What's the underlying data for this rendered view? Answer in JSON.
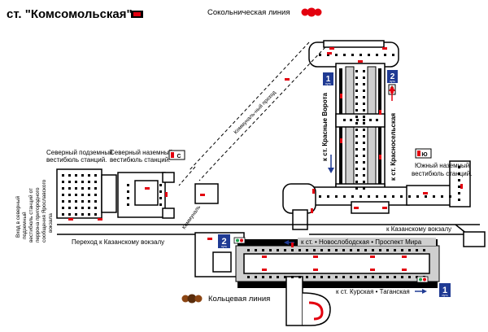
{
  "title": "ст. \"Комсомольская\"",
  "lines": {
    "sokolnicheskaya": {
      "name": "Сокольническая линия",
      "color": "#e3000f"
    },
    "koltsevaya": {
      "name": "Кольцевая линия",
      "color": "#8b4513"
    }
  },
  "vestibules": {
    "north_underground": "Северный подземный вестибюль станций.",
    "north_surface": "Северный наземный вестибюль станций.",
    "south_surface": "Южный наземный вестибюль станций.",
    "yaroslavsky_entrance": "Вход в северный подземный вестибюль станций от перрона пригородного сообщения Ярославского вокзала"
  },
  "passages": {
    "to_kazansky_left": "Переход к Казанскому вокзалу",
    "to_kazansky_right": "к Казанскому вокзалу",
    "diagonal_passage": "Коммуналь-ный проход",
    "short_passage": "Коммуналь"
  },
  "directions": {
    "to_krasnye_vorota": "к ст. Красные Ворота",
    "to_krasnoselskaya": "к ст. Красносельская",
    "to_novoslobodskaya": "к ст. • Новослободская • Проспект Мира",
    "to_kurskaya": "к ст. Курская • Таганская"
  },
  "track_badges": {
    "sok_1": {
      "number": "1",
      "word": "путь"
    },
    "sok_2": {
      "number": "2",
      "word": "путь"
    },
    "kol_2": {
      "number": "2",
      "word": "путь"
    },
    "kol_1": {
      "number": "1",
      "word": "путь"
    }
  },
  "exit_icons": {
    "north": "С",
    "south": "Ю"
  },
  "colors": {
    "badge_blue": "#1f3a93",
    "door_red": "#e3000f",
    "hall_grey": "#cfcfcf",
    "signal_green": "#1aa34a"
  }
}
